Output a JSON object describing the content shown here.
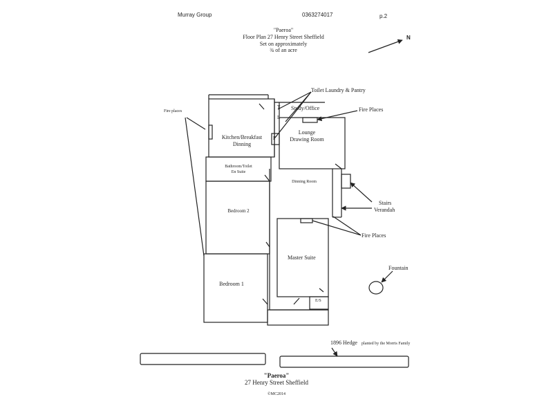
{
  "header": {
    "left": "Murray Group",
    "phone": "0363274017",
    "page": "p.2"
  },
  "title": {
    "name": "\"Paeroa\"",
    "line1": "Floor Plan 27 Henry Street Sheffield",
    "line2": "Set on approximately",
    "line3": "¾ of an acre"
  },
  "north_label": "N",
  "rooms": {
    "kitchen_1": "Kitchen/Breakfast",
    "kitchen_2": "Dinning",
    "bathroom_1": "Bathroom/Toilet",
    "bathroom_2": "En Suite",
    "bedroom2": "Bedroom 2",
    "bedroom1": "Bedroom 1",
    "study": "Study/Office",
    "lounge_1": "Lounge",
    "lounge_2": "Drawing Room",
    "dining": "Dinning Room",
    "master": "Master Suite",
    "es": "E/S",
    "toilet_t": "T",
    "laundry_l": "L",
    "pantry_p": "P"
  },
  "annotations": {
    "toilet_laundry_pantry": "Toilet Laundry & Pantry",
    "fire_places_top": "Fire Places",
    "fire_places_left": "Fire places",
    "stairs": "Stairs",
    "verandah": "Verandah",
    "fire_places_bottom": "Fire Places",
    "fountain": "Fountain",
    "hedge_year": "1896 Hedge",
    "hedge_note": "planted by the Morris Family"
  },
  "footer": {
    "name": "\"Paeroa\"",
    "address": "27 Henry Street Sheffield",
    "copyright": "©MC2014"
  }
}
